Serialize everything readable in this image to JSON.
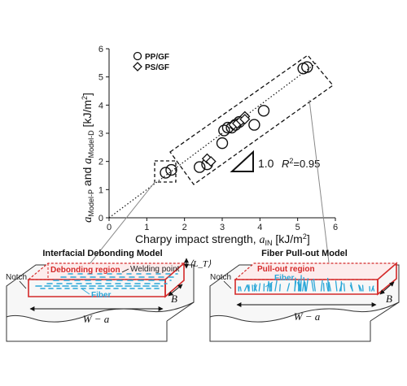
{
  "colors": {
    "red": "#d42a2a",
    "blue": "#2aa7d8",
    "dark": "#111111"
  },
  "chart_data": {
    "type": "scatter",
    "xlabel": "Charpy impact strength, a_IN [kJ/m²]",
    "xlabel_parts": {
      "main": "Charpy impact strength, ",
      "sym": "a",
      "sub": "IN",
      "unit": " [kJ/m",
      "sup": "2",
      "close": "]"
    },
    "ylabel_parts": {
      "a": "a",
      "sub1": "Model-P",
      "mid": " and ",
      "b": "a",
      "sub2": "Model-D",
      "unit": " [kJ/m",
      "sup": "2",
      "close": "]"
    },
    "xlim": [
      0,
      6
    ],
    "ylim": [
      0,
      6
    ],
    "x_ticks": [
      0,
      1,
      2,
      3,
      4,
      5,
      6
    ],
    "y_ticks": [
      0,
      1,
      2,
      3,
      4,
      5,
      6
    ],
    "grid": false,
    "legend_position": "top-left",
    "fit_line": {
      "slope": 1.0,
      "label": "1.0",
      "r2_label": "R²=0.95"
    },
    "series": [
      {
        "name": "PP/GF",
        "marker": "circle",
        "points": [
          [
            1.5,
            1.6
          ],
          [
            1.65,
            1.7
          ],
          [
            2.4,
            1.8
          ],
          [
            2.6,
            1.9
          ],
          [
            3.0,
            2.65
          ],
          [
            3.05,
            3.1
          ],
          [
            3.15,
            3.2
          ],
          [
            3.25,
            3.2
          ],
          [
            3.35,
            3.3
          ],
          [
            3.45,
            3.4
          ],
          [
            3.85,
            3.3
          ],
          [
            4.1,
            3.8
          ],
          [
            5.15,
            5.3
          ],
          [
            5.25,
            5.35
          ]
        ]
      },
      {
        "name": "PS/GF",
        "marker": "diamond",
        "points": [
          [
            2.6,
            2.1
          ],
          [
            2.7,
            2.0
          ],
          [
            3.3,
            3.3
          ],
          [
            3.4,
            3.35
          ],
          [
            3.5,
            3.45
          ],
          [
            3.6,
            3.6
          ],
          [
            3.6,
            3.5
          ]
        ]
      }
    ]
  },
  "models": {
    "left": {
      "title": "Interfacial Debonding Model",
      "region_label": "Debonding region",
      "welding_label": "Welding point",
      "lt_label": "⟨L_T⟩",
      "notch_label": "Notch",
      "fiber_label": "Fiber",
      "width_label": "W − a",
      "b_label": "B"
    },
    "right": {
      "title": "Fiber Pull-out Model",
      "region_label": "Pull-out region",
      "notch_label": "Notch",
      "fiber_label": "Fiber",
      "width_label": "W − a",
      "b_label": "B"
    }
  }
}
